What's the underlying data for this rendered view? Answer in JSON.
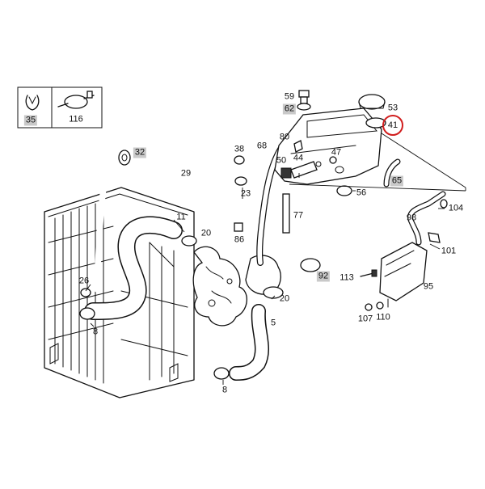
{
  "legend": {
    "clip_label": "35",
    "clamp_label": "116"
  },
  "parts": {
    "p59": "59",
    "p62": "62",
    "p53": "53",
    "p41": "41",
    "p80": "80",
    "p68": "68",
    "p38": "38",
    "p32": "32",
    "p50": "50",
    "p44": "44",
    "p47": "47",
    "p29": "29",
    "p23": "23",
    "p56": "56",
    "p65": "65",
    "p104": "104",
    "p98": "98",
    "p11": "11",
    "p20a": "20",
    "p77": "77",
    "p86": "86",
    "p101": "101",
    "p26": "26",
    "p92": "92",
    "p113": "113",
    "p95": "95",
    "p8a": "8",
    "p20b": "20",
    "p5": "5",
    "p107": "107",
    "p110": "110",
    "p8b": "8"
  }
}
